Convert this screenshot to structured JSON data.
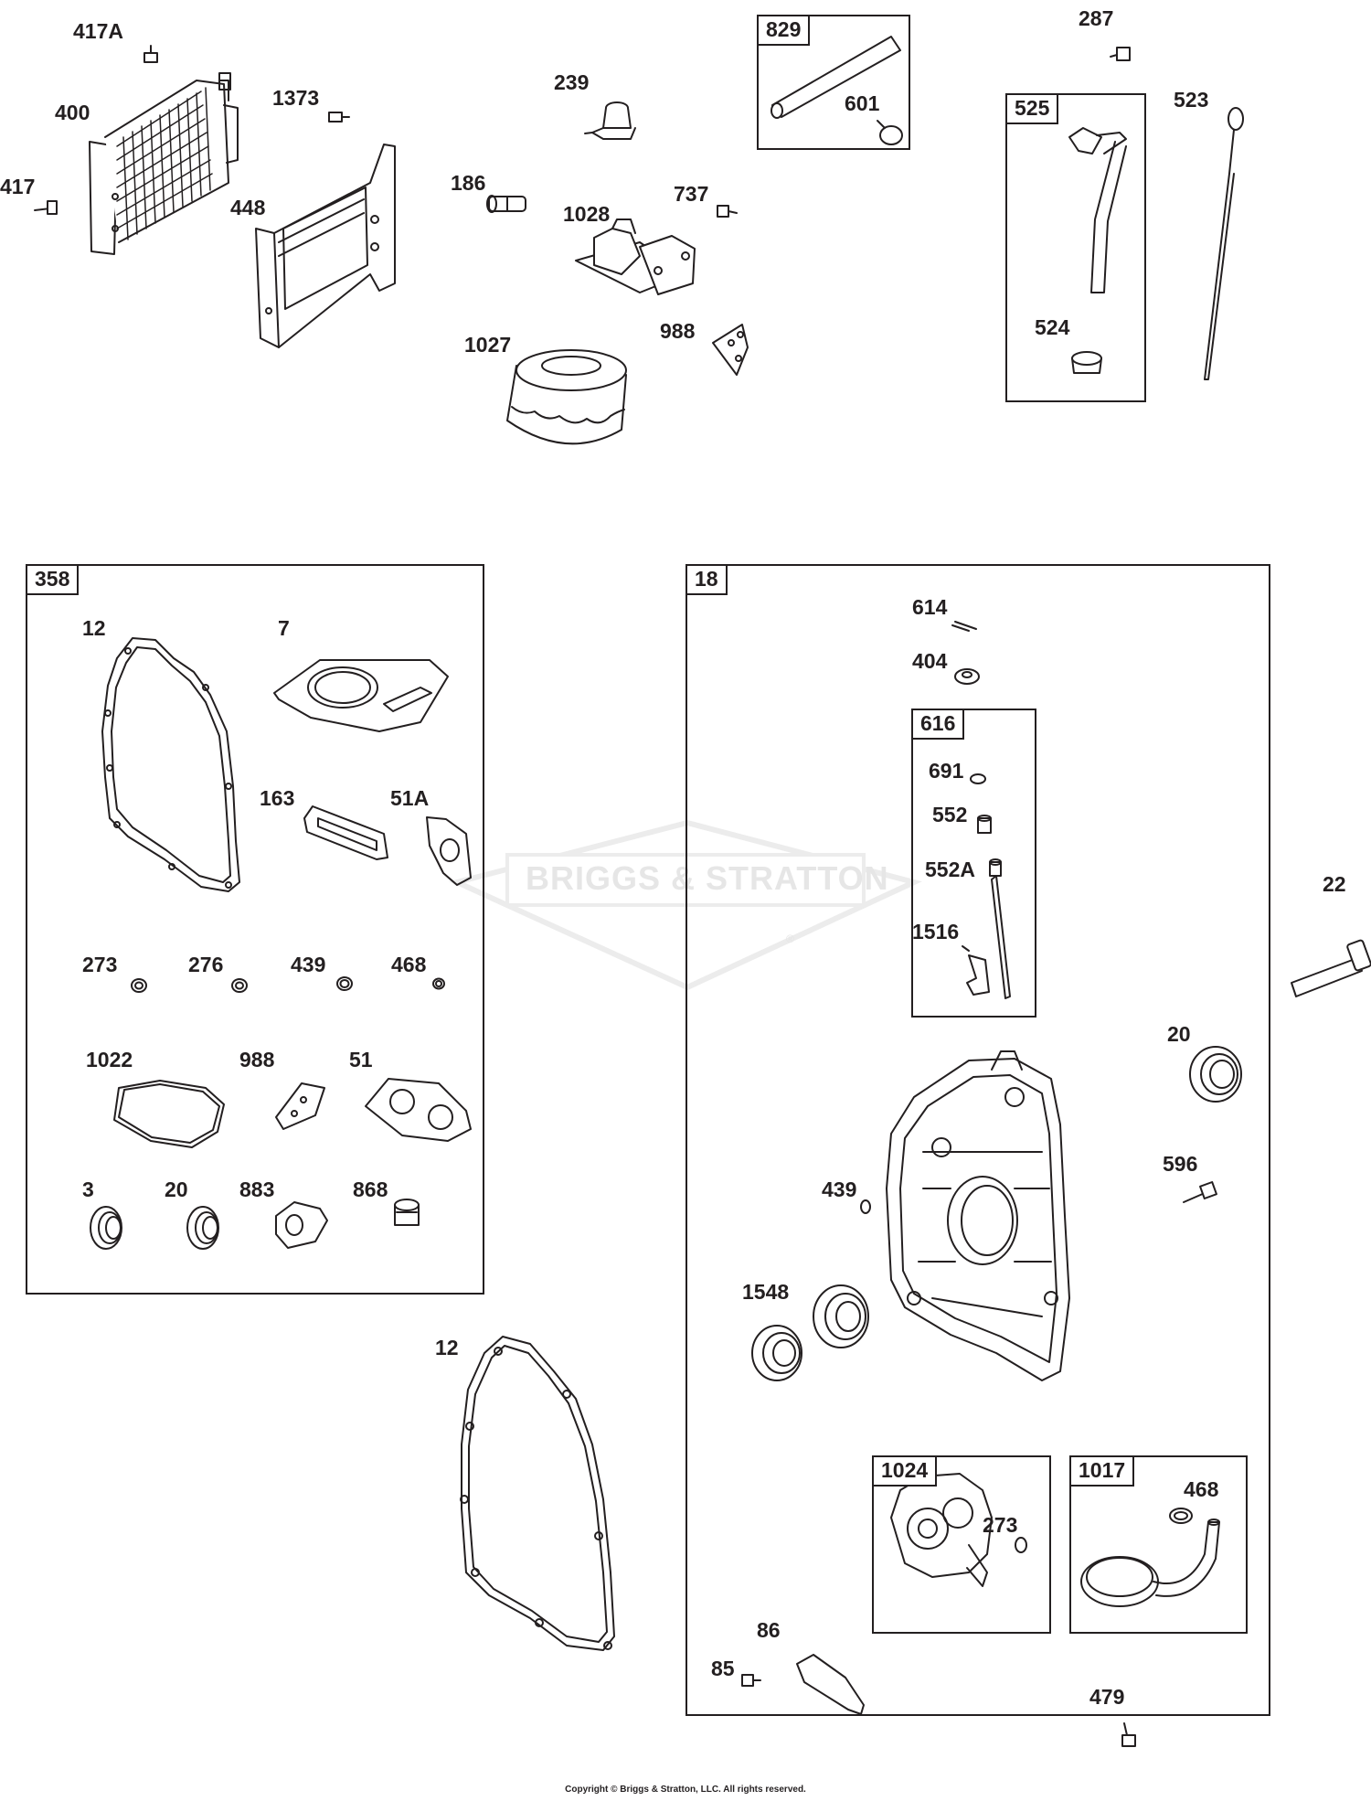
{
  "watermark": {
    "brand": "BRIGGS & STRATTON",
    "registered": "®"
  },
  "copyright": "Copyright © Briggs & Stratton, LLC. All rights reserved.",
  "kits": {
    "k829": "829",
    "k525": "525",
    "k358": "358",
    "k18": "18",
    "k616": "616",
    "k1024": "1024",
    "k1017": "1017"
  },
  "callouts": {
    "p417A": "417A",
    "p400": "400",
    "p417": "417",
    "p1373": "1373",
    "p448": "448",
    "p239": "239",
    "p186": "186",
    "p1028": "1028",
    "p737": "737",
    "p1027": "1027",
    "p988top": "988",
    "p601": "601",
    "p287": "287",
    "p523": "523",
    "p524": "524",
    "k358_12": "12",
    "k358_7": "7",
    "k358_163": "163",
    "k358_51A": "51A",
    "k358_273": "273",
    "k358_276": "276",
    "k358_439": "439",
    "k358_468": "468",
    "k358_1022": "1022",
    "k358_988": "988",
    "k358_51": "51",
    "k358_3": "3",
    "k358_20": "20",
    "k358_883": "883",
    "k358_868": "868",
    "p12": "12",
    "p614": "614",
    "p404": "404",
    "p691": "691",
    "p552": "552",
    "p552A": "552A",
    "p1516": "1516",
    "p22": "22",
    "p20": "20",
    "p596": "596",
    "p439": "439",
    "p1548": "1548",
    "p273": "273",
    "p468": "468",
    "p86": "86",
    "p85": "85",
    "p479": "479"
  },
  "colors": {
    "line": "#231f20",
    "watermark": "#e6e6e6"
  }
}
